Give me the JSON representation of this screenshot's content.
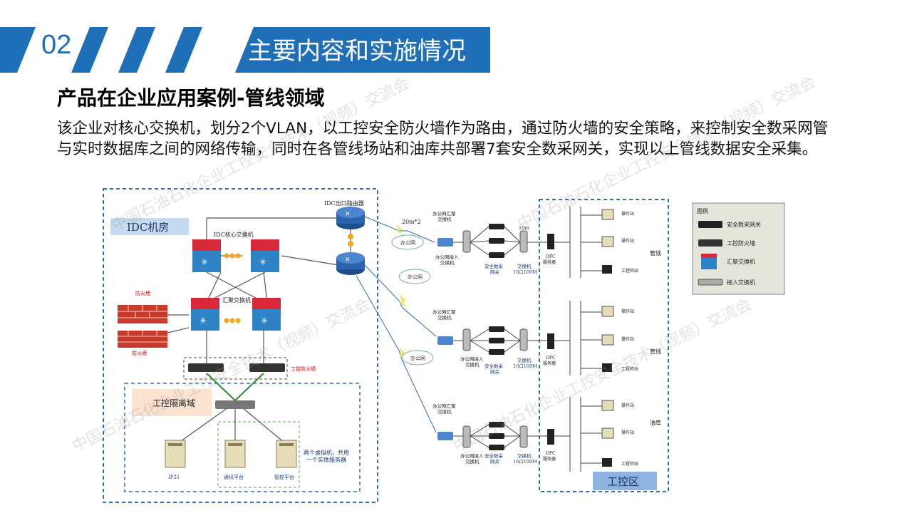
{
  "header": {
    "section_number": "02",
    "section_title": "主要内容和实施情况"
  },
  "subtitle": "产品在企业应用案例-管线领域",
  "description": "该企业对核心交换机，划分2个VLAN，以工控安全防火墙作为路由，通过防火墙的安全策略，来控制安全数采网管与实时数据库之间的网络传输，同时在各管线场站和油库共部署7套安全数采网关，实现以上管线数据安全采集。",
  "watermark": "中国石油石化企业工控安全技术（视频）交流会",
  "diagram": {
    "idc_label": "IDC机房",
    "idc_router": "IDC出口路由器",
    "core_switch": "IDC核心交换机",
    "agg_switch": "汇聚交换机",
    "firewall_top": "防火墙",
    "firewall_bottom": "防火墙",
    "ics_firewall": "工控防火墙",
    "isolation_label": "工控隔离域",
    "server_ip21": "IP21",
    "server_comm": "通讯平台",
    "server_mgmt": "管控平台",
    "vm_note_line1": "两个虚拟机，共用",
    "vm_note_line2": "一个实体服务器",
    "link_speed": "20m*2",
    "cloud_label": "办公网",
    "office_agg_line1": "办公网汇聚",
    "office_agg_line2": "交换机",
    "office_access_line1": "办公网接入",
    "office_access_line2": "交换机",
    "gateway_line1": "安全数采",
    "gateway_line2": "网关",
    "switch_line1": "交换机",
    "switch_line2": "16口100M",
    "link_10m": "10m",
    "opc_line1": "OPC",
    "opc_line2": "服务器",
    "operator": "操作站",
    "engineer": "工程师站",
    "site_pipeline_1": "管线",
    "site_pipeline_2": "管线",
    "site_depot": "油库",
    "ics_zone": "工控区",
    "legend": {
      "title": "图例",
      "items": [
        "安全数采网关",
        "工控防火墙",
        "汇聚交换机",
        "接入交换机"
      ]
    }
  }
}
